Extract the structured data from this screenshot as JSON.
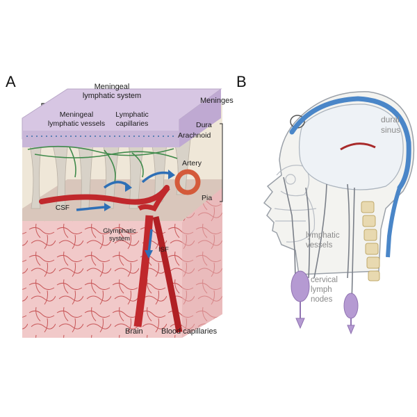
{
  "panels": {
    "a": "A",
    "b": "B"
  },
  "panel_a": {
    "meningeal_lymphatic_system": [
      "Meningeal",
      "lymphatic system"
    ],
    "meningeal_lymphatic_vessels": [
      "Meningeal",
      "lymphatic vessels"
    ],
    "lymphatic_capillaries": [
      "Lymphatic",
      "capillaries"
    ],
    "meninges": "Meninges",
    "dura": "Dura",
    "arachnoid": "Arachnoid",
    "artery": "Artery",
    "pia": "Pia",
    "csf": "CSF",
    "glymphatic_system": [
      "Glymphatic",
      "system"
    ],
    "isf": "ISF",
    "brain": "Brain",
    "blood_capillaries": "Blood capillaries"
  },
  "panel_b": {
    "dural_sinus": [
      "dural",
      "sinus"
    ],
    "lymphatic_vessels": [
      "lymphatic",
      "vessels"
    ],
    "cervical_lymph_nodes": [
      "cervical",
      "lymph",
      "nodes"
    ]
  },
  "colors": {
    "dura": "#d7c6e3",
    "blood": "#c0282c",
    "csf_arrow": "#2e6fb6",
    "lymph": "#3f8a4a",
    "brain_tissue": "#f1c9c9",
    "sinus": "#4a86c8",
    "node": "#b59ad2"
  }
}
